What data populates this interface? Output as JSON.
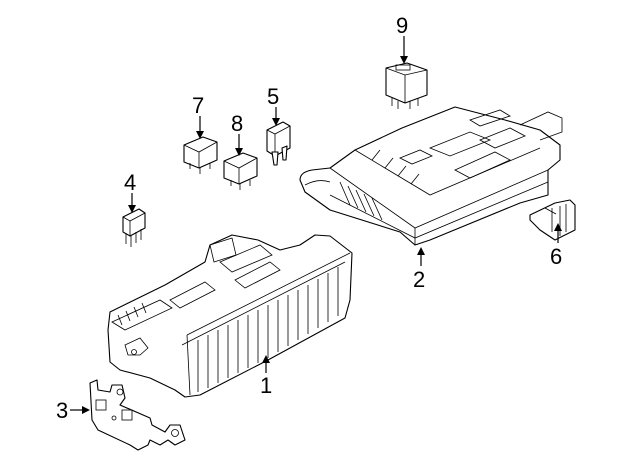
{
  "diagram": {
    "type": "exploded parts diagram",
    "subject": "fuse and relay box assembly",
    "background": "#ffffff",
    "line_color": "#000000",
    "callouts": [
      {
        "number": "1",
        "part": "lower fuse box housing"
      },
      {
        "number": "2",
        "part": "upper fuse / relay module"
      },
      {
        "number": "3",
        "part": "mounting bracket"
      },
      {
        "number": "4",
        "part": "mini blade fuse"
      },
      {
        "number": "5",
        "part": "mini blade fuse"
      },
      {
        "number": "6",
        "part": "clip / retainer"
      },
      {
        "number": "7",
        "part": "micro relay"
      },
      {
        "number": "8",
        "part": "micro relay"
      },
      {
        "number": "9",
        "part": "relay"
      }
    ]
  }
}
